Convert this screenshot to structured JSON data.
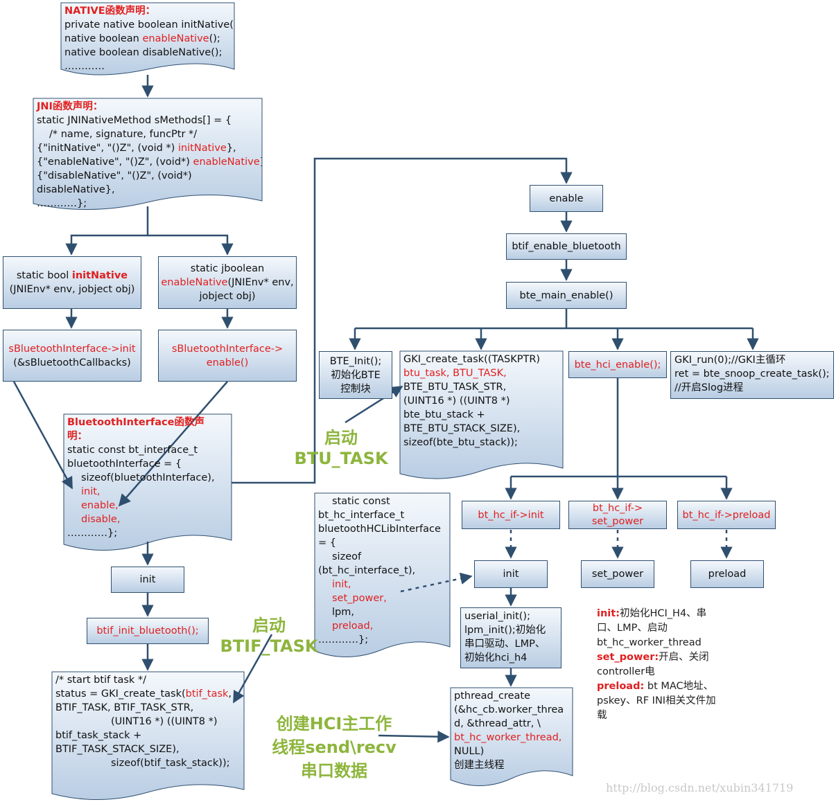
{
  "native_block": {
    "title": "NATIVE函数声明：",
    "line1": "private native boolean initNative();",
    "line2_pre": "native boolean ",
    "line2_red": "enableNative",
    "line2_post": "();",
    "line3": "native boolean disableNative();",
    "line4": "…………"
  },
  "jni_block": {
    "title": "JNI函数声明：",
    "line1": "static JNINativeMethod sMethods[] = {",
    "line2": "/* name, signature, funcPtr */",
    "line3_pre": "{\"initNative\", \"()Z\", (void *) ",
    "line3_red": "initNative",
    "line3_post": "},",
    "line4_pre": "{\"enableNative\", \"()Z\",  (void*) ",
    "line4_red": "enableNative",
    "line4_post": "},",
    "line5": "{\"disableNative\", \"()Z\",  (void*)",
    "line6": "disableNative},",
    "line7": "…………};"
  },
  "init_native_box": {
    "line1_pre": "static bool ",
    "line1_red": "initNative",
    "line2": "(JNIEnv* env, jobject obj)"
  },
  "enable_native_box": {
    "line1": "static jboolean",
    "line2_red": "enableNative",
    "line2_post": "(JNIEnv* env,",
    "line3": "jobject obj)"
  },
  "sbt_init_box": {
    "line1_red": "sBluetoothInterface->init",
    "line2": "(&sBluetoothCallbacks)"
  },
  "sbt_enable_box": {
    "line1_red": "sBluetoothInterface->",
    "line2_red": "enable()"
  },
  "bt_interface_block": {
    "title1": "BluetoothInterface函数声",
    "title2": "明：",
    "line1": "static const bt_interface_t",
    "line2": "bluetoothInterface = {",
    "line3": "sizeof(bluetoothInterface),",
    "line4_red": "init,",
    "line5_red": "enable,",
    "line6_red": "disable,",
    "line7": "…………};"
  },
  "init_box": {
    "label": "init"
  },
  "btif_init_box": {
    "label": "btif_init_bluetooth();"
  },
  "btif_task_block": {
    "line1": "/* start btif task */",
    "line2_pre": "status = GKI_create_task(",
    "line2_red": "btif_task",
    "line2_post": ",",
    "line3": "BTIF_TASK, BTIF_TASK_STR,",
    "line4": "(UINT16 *) ((UINT8 *)",
    "line5": "btif_task_stack +",
    "line6": "BTIF_TASK_STACK_SIZE),",
    "line7": "sizeof(btif_task_stack));"
  },
  "enable_box": {
    "label": "enable"
  },
  "btif_enable_box": {
    "label": "btif_enable_bluetooth"
  },
  "bte_main_box": {
    "label": "bte_main_enable()"
  },
  "bte_init_box": {
    "line1": "BTE_Init();",
    "line2": "初始化BTE",
    "line3": "控制块"
  },
  "gki_task_block": {
    "line1": "GKI_create_task((TASKPTR)",
    "line2_red": "btu_task,  BTU_TASK,",
    "line3": "BTE_BTU_TASK_STR,",
    "line4": "(UINT16 *) ((UINT8 *)",
    "line5": "bte_btu_stack +",
    "line6": "BTE_BTU_STACK_SIZE),",
    "line7": "sizeof(bte_btu_stack));"
  },
  "bte_hci_box": {
    "label": "bte_hci_enable();"
  },
  "gki_run_box": {
    "line1": "GKI_run(0);//GKI主循环",
    "line2": "ret = bte_snoop_create_task();",
    "line3": "//开启Slog进程"
  },
  "hc_if_init_box": {
    "label": "bt_hc_if->init"
  },
  "hc_if_power_box": {
    "line1": "bt_hc_if->",
    "line2": "set_power"
  },
  "hc_if_preload_box": {
    "label": "bt_hc_if->preload"
  },
  "hc_lib_block": {
    "line1": "static const",
    "line2": "bt_hc_interface_t",
    "line3": "bluetoothHCLibInterface",
    "line4": "= {",
    "line5": "sizeof",
    "line6": "(bt_hc_interface_t),",
    "line7_red": "init,",
    "line8_red": "set_power,",
    "line9": "lpm,",
    "line10_red": "preload,",
    "line11": "…………};"
  },
  "hc_init_box": {
    "label": "init"
  },
  "set_power_box": {
    "label": "set_power"
  },
  "preload_box": {
    "label": "preload"
  },
  "userial_box": {
    "line1": "userial_init();",
    "line2": "lpm_init();初始化",
    "line3": "串口驱动、LMP、",
    "line4": "初始化hci_h4"
  },
  "pthread_block": {
    "line1": "pthread_create",
    "line2": "(&hc_cb.worker_threa",
    "line3": "d, &thread_attr, \\",
    "line4_red": "bt_hc_worker_thread,",
    "line5": "NULL)",
    "line6": "创建主线程"
  },
  "annotations": {
    "btu1": "启动",
    "btu2": "BTU_TASK",
    "btif1": "启动",
    "btif2": "BTIF_TASK",
    "hci1": "创建HCI主工作",
    "hci2": "线程send\\recv",
    "hci3": "串口数据"
  },
  "notes": {
    "init_key": "init:",
    "init_text1": "初始化HCI_H4、串",
    "init_text2": "口、LMP、启动",
    "init_text3": "bt_hc_worker_thread",
    "power_key": "set_power:",
    "power_text1": "开启、关闭",
    "power_text2": "controller电",
    "preload_key": "preload:",
    "preload_text1": " bt MAC地址、",
    "preload_text2": "pskey、RF INI相关文件加",
    "preload_text3": "载"
  },
  "watermark": "http://blog.csdn.net/xubin341719",
  "colors": {
    "line": "#2f4f6f",
    "red": "#e02020",
    "green": "#8db53c",
    "box_top": "#f4f8fc",
    "box_bottom": "#b9cde3"
  }
}
